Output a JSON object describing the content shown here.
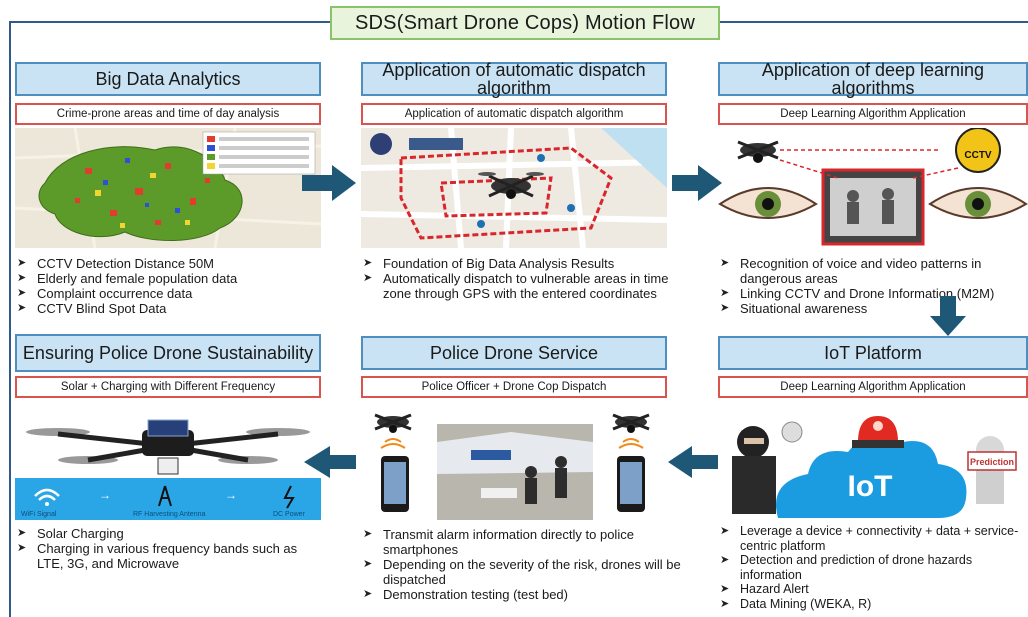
{
  "title": "SDS(Smart Drone Cops) Motion Flow",
  "panels": {
    "big_data": {
      "title": "Big Data Analytics",
      "subtitle": "Crime-prone areas and time of day analysis",
      "bullets": [
        "CCTV Detection Distance 50M",
        "Elderly and female population data",
        "Complaint occurrence data",
        "CCTV Blind Spot Data"
      ]
    },
    "dispatch": {
      "title": "Application of automatic dispatch algorithm",
      "subtitle": "Application of automatic dispatch algorithm",
      "bullets": [
        "Foundation of Big Data Analysis Results",
        "Automatically dispatch to vulnerable areas in time zone through GPS with the entered coordinates"
      ]
    },
    "deep_learning": {
      "title": "Application of deep learning algorithms",
      "subtitle": "Deep Learning Algorithm Application",
      "bullets": [
        "Recognition of voice and video patterns in dangerous areas",
        "Linking CCTV and Drone Information (M2M)",
        "Situational awareness"
      ],
      "cctv_label": "CCTV"
    },
    "sustainability": {
      "title": "Ensuring Police Drone Sustainability",
      "subtitle": "Solar + Charging with Different Frequency",
      "bullets": [
        "Solar Charging",
        "Charging in various frequency bands such as LTE, 3G, and Microwave"
      ],
      "strip_labels": [
        "WiFi Signal",
        "RF Harvesting Antenna",
        "DC Power"
      ]
    },
    "service": {
      "title": "Police Drone Service",
      "subtitle": "Police Officer + Drone Cop Dispatch",
      "bullets": [
        "Transmit alarm information directly to police smartphones",
        "Depending on the severity of the risk, drones will be dispatched",
        "Demonstration testing (test bed)"
      ]
    },
    "iot": {
      "title": "IoT Platform",
      "subtitle": "Deep Learning Algorithm Application",
      "bullets": [
        "Leverage a device + connectivity + data + service-centric platform",
        "Detection and prediction of drone hazards information",
        "Hazard Alert",
        "Data Mining (WEKA, R)"
      ],
      "cloud_label": "IoT",
      "prediction_label": "Prediction"
    }
  },
  "colors": {
    "arrow": "#1f5877",
    "panel_fill": "#c9e3f4",
    "panel_border": "#4f8fc0",
    "sub_border": "#d9534f",
    "title_fill": "#e8f4dc"
  }
}
